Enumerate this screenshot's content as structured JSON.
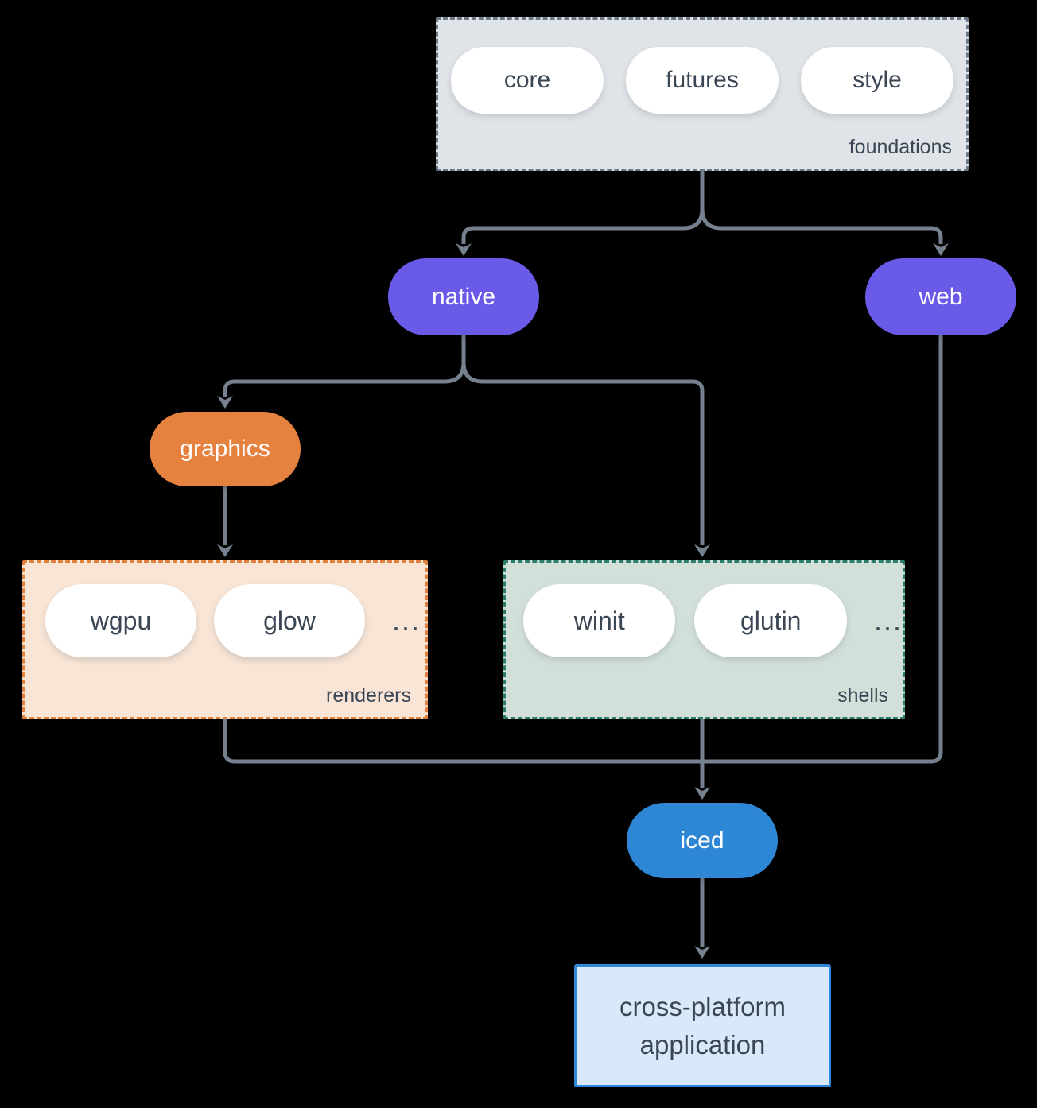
{
  "diagram": {
    "background": "#000000",
    "line_color": "#76818f",
    "text_dark": "#3a4654",
    "groups": {
      "foundations": {
        "label": "foundations",
        "fill": "#e0e4e8",
        "border": "#6b7a8b",
        "items": [
          "core",
          "futures",
          "style"
        ]
      },
      "renderers": {
        "label": "renderers",
        "fill": "#f9e5d5",
        "border": "#e0813c",
        "items": [
          "wgpu",
          "glow"
        ],
        "ellipsis": "..."
      },
      "shells": {
        "label": "shells",
        "fill": "#d3e0da",
        "border": "#2a7d6a",
        "items": [
          "winit",
          "glutin"
        ],
        "ellipsis": "..."
      }
    },
    "nodes": {
      "native": {
        "label": "native",
        "fill": "#6a5ae8"
      },
      "web": {
        "label": "web",
        "fill": "#6a5ae8"
      },
      "graphics": {
        "label": "graphics",
        "fill": "#e5823f"
      },
      "iced": {
        "label": "iced",
        "fill": "#2e87d5"
      }
    },
    "application": {
      "line1": "cross-platform",
      "line2": "application",
      "fill": "#d9e9f9",
      "border": "#2f88d8"
    }
  }
}
